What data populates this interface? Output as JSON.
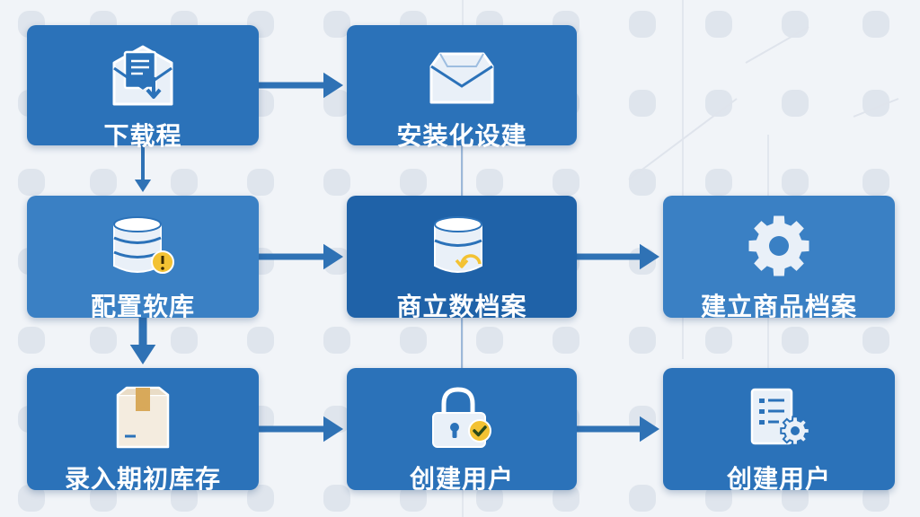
{
  "colors": {
    "node_primary": "#2b72b9",
    "node_dark": "#1f62a8",
    "node_light": "#3a80c4",
    "connector": "#2f72b5",
    "background": "#f1f4f8",
    "badge_yellow": "#f3c233"
  },
  "nodes": [
    {
      "id": "n1",
      "label": "下载程",
      "icon": "mail-download-icon"
    },
    {
      "id": "n2",
      "label": "安装化设建",
      "icon": "envelope-icon"
    },
    {
      "id": "n3",
      "label": "配置软库",
      "icon": "database-warning-icon"
    },
    {
      "id": "n4",
      "label": "商立数档案",
      "icon": "database-restore-icon"
    },
    {
      "id": "n5",
      "label": "建立商品档案",
      "icon": "gear-icon"
    },
    {
      "id": "n6",
      "label": "录入期初库存",
      "icon": "package-icon"
    },
    {
      "id": "n7",
      "label": "创建用户",
      "icon": "lock-check-icon"
    },
    {
      "id": "n8",
      "label": "创建用户",
      "icon": "document-settings-icon"
    }
  ],
  "edges": [
    {
      "from": "n1",
      "to": "n2"
    },
    {
      "from": "n1",
      "to": "n3"
    },
    {
      "from": "n3",
      "to": "n4"
    },
    {
      "from": "n3",
      "to": "n6"
    },
    {
      "from": "n4",
      "to": "n5"
    },
    {
      "from": "n6",
      "to": "n7"
    },
    {
      "from": "n7",
      "to": "n8"
    }
  ]
}
